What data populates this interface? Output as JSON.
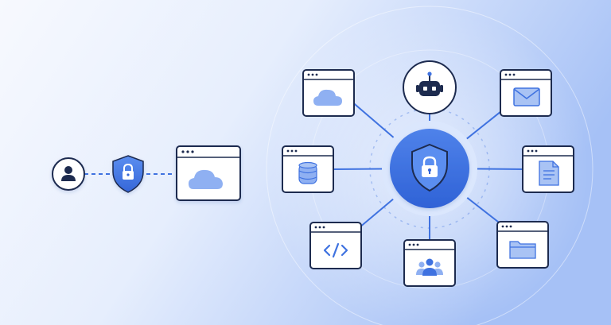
{
  "colors": {
    "background_left": "#f6f8fe",
    "background_right": "#a9c3f7",
    "accent": "#3f72e0",
    "accent_light": "#8fb0f2",
    "accent_pale": "#dbe7fd",
    "ink": "#1d2b4f",
    "window_fill": "#ffffff",
    "icon_fill": "#a9c3f4"
  },
  "left_flow": {
    "nodes": [
      {
        "id": "user",
        "icon": "user-icon"
      },
      {
        "id": "shield",
        "icon": "shield-lock-icon"
      },
      {
        "id": "cloud_window",
        "icon": "cloud-icon"
      }
    ],
    "connector_style": "dashed"
  },
  "hub": {
    "icon": "shield-lock-icon"
  },
  "spokes": [
    {
      "id": "cloud",
      "icon": "cloud-icon",
      "kind": "window"
    },
    {
      "id": "robot",
      "icon": "robot-icon",
      "kind": "circle"
    },
    {
      "id": "mail",
      "icon": "mail-icon",
      "kind": "window"
    },
    {
      "id": "database",
      "icon": "database-icon",
      "kind": "window"
    },
    {
      "id": "document",
      "icon": "document-icon",
      "kind": "window"
    },
    {
      "id": "code",
      "icon": "code-icon",
      "kind": "window"
    },
    {
      "id": "team",
      "icon": "team-icon",
      "kind": "window"
    },
    {
      "id": "folder",
      "icon": "folder-icon",
      "kind": "window"
    }
  ]
}
